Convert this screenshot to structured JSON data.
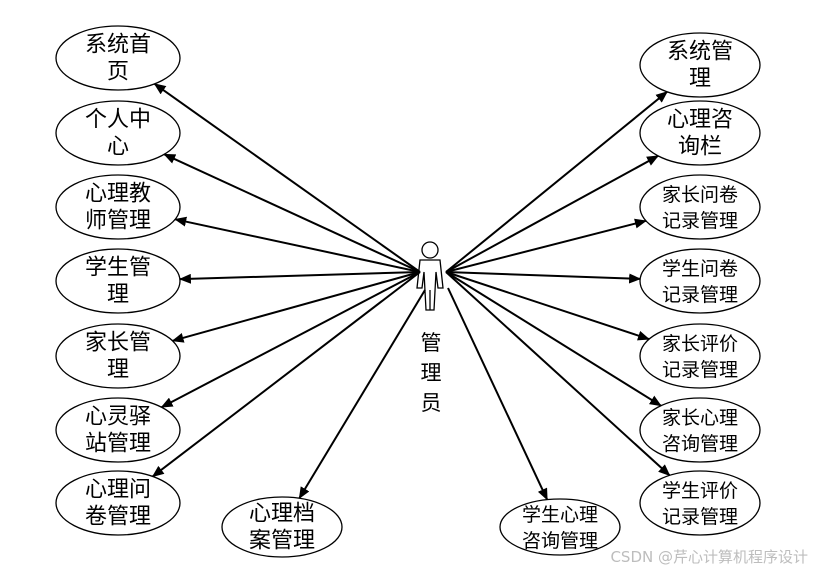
{
  "actor": {
    "label_lines": [
      "管",
      "理",
      "员"
    ]
  },
  "use_cases_left": [
    {
      "lines": [
        "系统首",
        "页"
      ]
    },
    {
      "lines": [
        "个人中",
        "心"
      ]
    },
    {
      "lines": [
        "心理教",
        "师管理"
      ]
    },
    {
      "lines": [
        "学生管",
        "理"
      ]
    },
    {
      "lines": [
        "家长管",
        "理"
      ]
    },
    {
      "lines": [
        "心灵驿",
        "站管理"
      ]
    },
    {
      "lines": [
        "心理问",
        "卷管理"
      ]
    }
  ],
  "use_cases_bottom": [
    {
      "lines": [
        "心理档",
        "案管理"
      ]
    },
    {
      "lines": [
        "学生心理",
        "咨询管理"
      ]
    }
  ],
  "use_cases_right": [
    {
      "lines": [
        "系统管",
        "理"
      ]
    },
    {
      "lines": [
        "心理咨",
        "询栏"
      ]
    },
    {
      "lines": [
        "家长问卷",
        "记录管理"
      ]
    },
    {
      "lines": [
        "学生问卷",
        "记录管理"
      ]
    },
    {
      "lines": [
        "家长评价",
        "记录管理"
      ]
    },
    {
      "lines": [
        "家长心理",
        "咨询管理"
      ]
    },
    {
      "lines": [
        "学生评价",
        "记录管理"
      ]
    }
  ],
  "watermark": "CSDN @芹心计算机程序设计"
}
